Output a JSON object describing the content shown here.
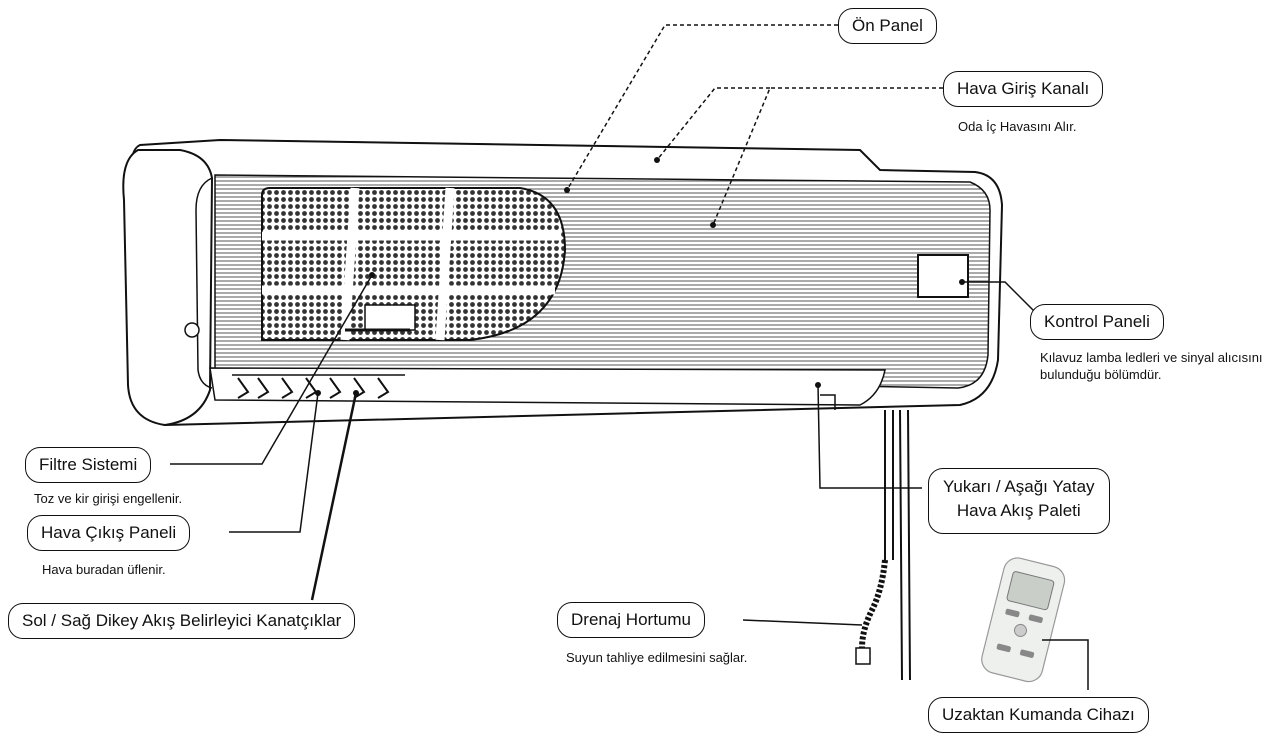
{
  "labels": {
    "on_panel": "Ön Panel",
    "air_inlet": "Hava Giriş Kanalı",
    "air_inlet_note": "Oda İç Havasını Alır.",
    "control_panel": "Kontrol Paneli",
    "control_panel_note": "Kılavuz lamba ledleri ve sinyal alıcısının bulunduğu bölümdür.",
    "filter": "Filtre Sistemi",
    "filter_note": "Toz ve kir girişi engellenir.",
    "air_outlet": "Hava Çıkış Paneli",
    "air_outlet_note": "Hava buradan üflenir.",
    "vertical_louvers": "Sol / Sağ  Dikey Akış Belirleyici Kanatçıklar",
    "horizontal_flap_line1": "Yukarı / Aşağı Yatay",
    "horizontal_flap_line2": "Hava Akış Paleti",
    "drain_hose": "Drenaj Hortumu",
    "drain_hose_note": "Suyun tahliye edilmesini sağlar.",
    "remote": "Uzaktan Kumanda Cihazı"
  },
  "colors": {
    "ink": "#111111",
    "remote_body": "#eef0ee",
    "remote_screen": "#c9cfc8"
  }
}
